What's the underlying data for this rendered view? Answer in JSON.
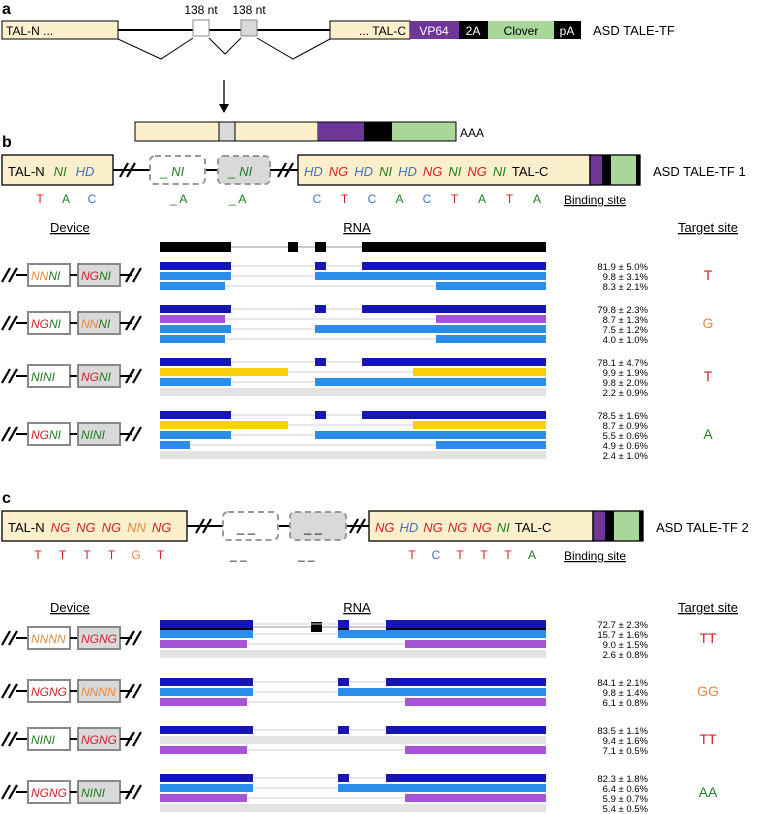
{
  "colors": {
    "cream": "#FCEFCB",
    "violet": "#6E3797",
    "green": "#A9D79A",
    "black": "#000000",
    "navy": "#1616B4",
    "sky": "#2A8CEB",
    "lavender": "#A655D6",
    "gold": "#F8D00C",
    "grayBar": "#E3E3E3",
    "grayBox": "#D9D9D9",
    "red": "#D51E26",
    "orange": "#E8893C",
    "baseGreen": "#1E7E1E",
    "blue": "#4273C5"
  },
  "panelA": {
    "label": "a",
    "construct": [
      "TAL-N ...",
      "138 nt",
      "138 nt",
      "... TAL-C",
      "VP64",
      "2A",
      "Clover",
      "pA"
    ],
    "title": "ASD TALE-TF",
    "product": "AAA"
  },
  "panelB": {
    "label": "b",
    "title": "ASD TALE-TF 1",
    "leftBox": [
      {
        "text": "TAL-N",
        "color": "black",
        "italic": false
      },
      {
        "text": "NI",
        "color": "baseGreen",
        "italic": true
      },
      {
        "text": "HD",
        "color": "blue",
        "italic": true
      }
    ],
    "exons": [
      [
        {
          "text": "_",
          "color": "baseGreen",
          "italic": false
        },
        {
          "text": "NI",
          "color": "baseGreen",
          "italic": true
        }
      ],
      [
        {
          "text": "_",
          "color": "baseGreen",
          "italic": false
        },
        {
          "text": "NI",
          "color": "baseGreen",
          "italic": true
        }
      ]
    ],
    "rightBox": [
      {
        "text": "HD",
        "color": "blue",
        "italic": true
      },
      {
        "text": "NG",
        "color": "red",
        "italic": true
      },
      {
        "text": "HD",
        "color": "blue",
        "italic": true
      },
      {
        "text": "NI",
        "color": "baseGreen",
        "italic": true
      },
      {
        "text": "HD",
        "color": "blue",
        "italic": true
      },
      {
        "text": "NG",
        "color": "red",
        "italic": true
      },
      {
        "text": "NI",
        "color": "baseGreen",
        "italic": true
      },
      {
        "text": "NG",
        "color": "red",
        "italic": true
      },
      {
        "text": "NI",
        "color": "baseGreen",
        "italic": true
      },
      {
        "text": "TAL-C",
        "color": "black",
        "italic": false
      }
    ],
    "bindingLeft": [
      {
        "t": "T",
        "c": "red"
      },
      {
        "t": "A",
        "c": "baseGreen"
      },
      {
        "t": "C",
        "c": "blue"
      }
    ],
    "bindingMid": [
      {
        "t": "_ A",
        "c": "baseGreen"
      },
      {
        "t": "_ A",
        "c": "baseGreen"
      }
    ],
    "bindingRight": [
      {
        "t": "C",
        "c": "blue"
      },
      {
        "t": "T",
        "c": "red"
      },
      {
        "t": "C",
        "c": "blue"
      },
      {
        "t": "A",
        "c": "baseGreen"
      },
      {
        "t": "C",
        "c": "blue"
      },
      {
        "t": "T",
        "c": "red"
      },
      {
        "t": "A",
        "c": "baseGreen"
      },
      {
        "t": "T",
        "c": "red"
      },
      {
        "t": "A",
        "c": "baseGreen"
      }
    ],
    "bindingSite": "Binding site",
    "devices": [
      {
        "d1": [
          {
            "t": "NN",
            "c": "orange"
          },
          {
            "t": "NI",
            "c": "baseGreen"
          }
        ],
        "d2": [
          {
            "t": "NG",
            "c": "red"
          },
          {
            "t": "NI",
            "c": "baseGreen"
          }
        ],
        "isoforms": [
          {
            "type": "full",
            "color": "navy",
            "value": "81.9 ± 5.0%"
          },
          {
            "type": "skip1",
            "color": "sky",
            "value": "9.8 ± 3.1%"
          },
          {
            "type": "partial",
            "color": "sky",
            "value": "8.3 ± 2.1%"
          }
        ],
        "target": {
          "text": "T",
          "color": "red"
        }
      },
      {
        "d1": [
          {
            "t": "NG",
            "c": "red"
          },
          {
            "t": "NI",
            "c": "baseGreen"
          }
        ],
        "d2": [
          {
            "t": "NN",
            "c": "orange"
          },
          {
            "t": "NI",
            "c": "baseGreen"
          }
        ],
        "isoforms": [
          {
            "type": "full",
            "color": "navy",
            "value": "79.8 ± 2.3%"
          },
          {
            "type": "partial",
            "color": "lavender",
            "value": "8.7 ± 1.3%"
          },
          {
            "type": "skip1",
            "color": "sky",
            "value": "7.5 ± 1.2%"
          },
          {
            "type": "partial",
            "color": "sky",
            "value": "4.0 ± 1.0%"
          }
        ],
        "target": {
          "text": "G",
          "color": "orange"
        }
      },
      {
        "d1": [
          {
            "t": "NI",
            "c": "baseGreen"
          },
          {
            "t": "NI",
            "c": "baseGreen"
          }
        ],
        "d2": [
          {
            "t": "NG",
            "c": "red"
          },
          {
            "t": "NI",
            "c": "baseGreen"
          }
        ],
        "isoforms": [
          {
            "type": "full",
            "color": "navy",
            "value": "78.1 ± 4.7%"
          },
          {
            "type": "retained",
            "color": "gold",
            "value": "9.9 ± 1.9%"
          },
          {
            "type": "skip1",
            "color": "sky",
            "value": "9.8 ± 2.0%"
          },
          {
            "type": "empty",
            "color": "grayBar",
            "value": "2.2 ± 0.9%"
          }
        ],
        "target": {
          "text": "T",
          "color": "red"
        }
      },
      {
        "d1": [
          {
            "t": "NG",
            "c": "red"
          },
          {
            "t": "NI",
            "c": "baseGreen"
          }
        ],
        "d2": [
          {
            "t": "NI",
            "c": "baseGreen"
          },
          {
            "t": "NI",
            "c": "baseGreen"
          }
        ],
        "isoforms": [
          {
            "type": "full",
            "color": "navy",
            "value": "78.5 ± 1.6%"
          },
          {
            "type": "retained",
            "color": "gold",
            "value": "8.7 ± 0.9%"
          },
          {
            "type": "skip1",
            "color": "sky",
            "value": "5.5 ± 0.6%"
          },
          {
            "type": "short",
            "color": "sky",
            "value": "4.9 ± 0.6%"
          },
          {
            "type": "empty",
            "color": "grayBar",
            "value": "2.4 ± 1.0%"
          }
        ],
        "target": {
          "text": "A",
          "color": "baseGreen"
        }
      }
    ]
  },
  "panelC": {
    "label": "c",
    "title": "ASD TALE-TF 2",
    "leftBox": [
      {
        "text": "TAL-N",
        "color": "black",
        "italic": false
      },
      {
        "text": "NG",
        "color": "red",
        "italic": true
      },
      {
        "text": "NG",
        "color": "red",
        "italic": true
      },
      {
        "text": "NG",
        "color": "red",
        "italic": true
      },
      {
        "text": "NN",
        "color": "orange",
        "italic": true
      },
      {
        "text": "NG",
        "color": "red",
        "italic": true
      }
    ],
    "exons": [
      [
        {
          "text": "_ _",
          "color": "black",
          "italic": false
        }
      ],
      [
        {
          "text": "_ _",
          "color": "black",
          "italic": false
        }
      ]
    ],
    "rightBox": [
      {
        "text": "NG",
        "color": "red",
        "italic": true
      },
      {
        "text": "HD",
        "color": "blue",
        "italic": true
      },
      {
        "text": "NG",
        "color": "red",
        "italic": true
      },
      {
        "text": "NG",
        "color": "red",
        "italic": true
      },
      {
        "text": "NG",
        "color": "red",
        "italic": true
      },
      {
        "text": "NI",
        "color": "baseGreen",
        "italic": true
      },
      {
        "text": "TAL-C",
        "color": "black",
        "italic": false
      }
    ],
    "bindingLeft": [
      {
        "t": "T",
        "c": "red"
      },
      {
        "t": "T",
        "c": "red"
      },
      {
        "t": "T",
        "c": "red"
      },
      {
        "t": "T",
        "c": "red"
      },
      {
        "t": "G",
        "c": "orange"
      },
      {
        "t": "T",
        "c": "red"
      }
    ],
    "bindingMid": [
      {
        "t": "_ _",
        "c": "black"
      },
      {
        "t": "_ _",
        "c": "black"
      }
    ],
    "bindingRight": [
      {
        "t": "T",
        "c": "red"
      },
      {
        "t": "C",
        "c": "blue"
      },
      {
        "t": "T",
        "c": "red"
      },
      {
        "t": "T",
        "c": "red"
      },
      {
        "t": "T",
        "c": "red"
      },
      {
        "t": "A",
        "c": "baseGreen"
      }
    ],
    "bindingSite": "Binding site",
    "devices": [
      {
        "d1": [
          {
            "t": "NN",
            "c": "orange"
          },
          {
            "t": "NN",
            "c": "orange"
          }
        ],
        "d2": [
          {
            "t": "NG",
            "c": "red"
          },
          {
            "t": "NG",
            "c": "red"
          }
        ],
        "isoforms": [
          {
            "type": "full",
            "color": "navy",
            "value": "72.7 ± 2.3%"
          },
          {
            "type": "skip1",
            "color": "sky",
            "value": "15.7 ± 1.6%"
          },
          {
            "type": "partial",
            "color": "lavender",
            "value": "9.0 ± 1.5%"
          },
          {
            "type": "empty",
            "color": "grayBar",
            "value": "2.6 ± 0.8%"
          }
        ],
        "target": {
          "text": "TT",
          "color": "red"
        }
      },
      {
        "d1": [
          {
            "t": "NG",
            "c": "red"
          },
          {
            "t": "NG",
            "c": "red"
          }
        ],
        "d2": [
          {
            "t": "NN",
            "c": "orange"
          },
          {
            "t": "NN",
            "c": "orange"
          }
        ],
        "isoforms": [
          {
            "type": "full",
            "color": "navy",
            "value": "84.1 ± 2.1%"
          },
          {
            "type": "skip1",
            "color": "sky",
            "value": "9.8 ± 1.4%"
          },
          {
            "type": "partial",
            "color": "lavender",
            "value": "6.1 ± 0.8%"
          }
        ],
        "target": {
          "text": "GG",
          "color": "orange"
        }
      },
      {
        "d1": [
          {
            "t": "NI",
            "c": "baseGreen"
          },
          {
            "t": "NI",
            "c": "baseGreen"
          }
        ],
        "d2": [
          {
            "t": "NG",
            "c": "red"
          },
          {
            "t": "NG",
            "c": "red"
          }
        ],
        "isoforms": [
          {
            "type": "full",
            "color": "navy",
            "value": "83.5 ± 1.1%"
          },
          {
            "type": "empty",
            "color": "grayBar",
            "value": "9.4 ± 1.6%"
          },
          {
            "type": "partial",
            "color": "lavender",
            "value": "7.1 ± 0.5%"
          }
        ],
        "target": {
          "text": "TT",
          "color": "red"
        }
      },
      {
        "d1": [
          {
            "t": "NG",
            "c": "red"
          },
          {
            "t": "NG",
            "c": "red"
          }
        ],
        "d2": [
          {
            "t": "NI",
            "c": "baseGreen"
          },
          {
            "t": "NI",
            "c": "baseGreen"
          }
        ],
        "isoforms": [
          {
            "type": "full",
            "color": "navy",
            "value": "82.3 ± 1.8%"
          },
          {
            "type": "skip1",
            "color": "sky",
            "value": "6.4 ± 0.6%"
          },
          {
            "type": "partial",
            "color": "lavender",
            "value": "5.9 ± 0.7%"
          },
          {
            "type": "empty",
            "color": "grayBar",
            "value": "5.4 ± 0.5%"
          }
        ],
        "target": {
          "text": "AA",
          "color": "baseGreen"
        }
      }
    ]
  },
  "headers": {
    "device": "Device",
    "rna": "RNA",
    "target": "Target site"
  }
}
